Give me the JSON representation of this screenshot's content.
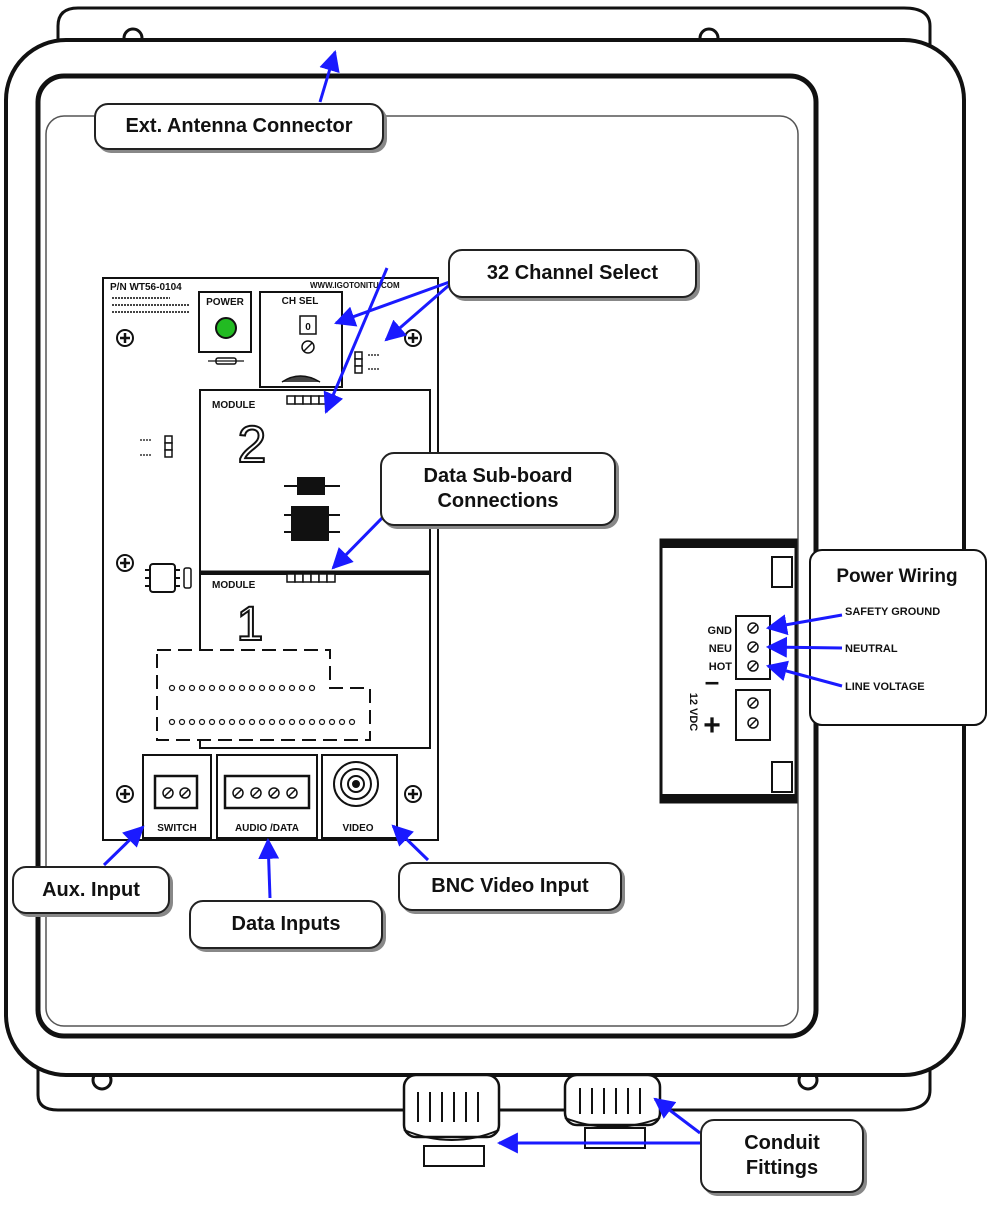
{
  "callouts": {
    "antenna": "Ext. Antenna Connector",
    "channel_select": "32 Channel Select",
    "data_sub_line1": "Data Sub-board",
    "data_sub_line2": "Connections",
    "aux_input": "Aux. Input",
    "data_inputs": "Data Inputs",
    "bnc_video": "BNC Video Input",
    "conduit_line1": "Conduit",
    "conduit_line2": "Fittings"
  },
  "board": {
    "part_number": "P/N  WT56-0104",
    "website": "WWW.IGOTONITU.COM",
    "power_label": "POWER",
    "ch_sel_label": "CH  SEL",
    "dial_value": "0",
    "module2_label": "MODULE",
    "module2_number": "2",
    "module1_label": "MODULE",
    "module1_number": "1",
    "switch_label": "SWITCH",
    "audio_data_label": "AUDIO /DATA",
    "video_label": "VIDEO"
  },
  "power_wiring": {
    "title": "Power Wiring",
    "terminals": [
      "GND",
      "NEU",
      "HOT"
    ],
    "wires": [
      "SAFETY GROUND",
      "NEUTRAL",
      "LINE VOLTAGE"
    ],
    "dc_label": "12 VDC",
    "minus": "–",
    "plus": "+"
  },
  "colors": {
    "arrow": "#1a1aff",
    "led": "#22bb22",
    "outline": "#111111"
  }
}
